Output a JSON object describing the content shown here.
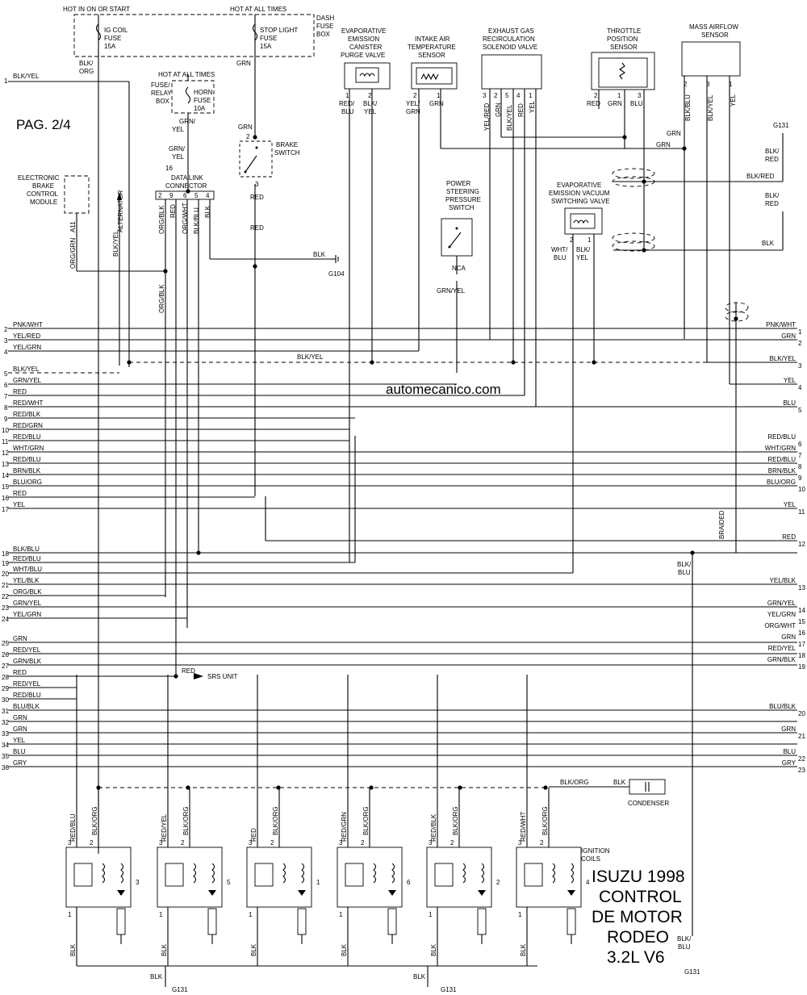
{
  "page_label": "PAG. 2/4",
  "watermark": "automecanico.com",
  "title": {
    "lines": [
      "ISUZU 1998",
      "CONTROL",
      "DE MOTOR",
      "RODEO",
      "3.2L V6"
    ]
  },
  "power": {
    "hot_in_on_or_start": "HOT IN ON OR START",
    "hot_at_all_times": "HOT AT ALL TIMES",
    "dash_fuse_box": [
      "DASH",
      "FUSE",
      "BOX"
    ],
    "ig_coil_fuse": [
      "IG COIL",
      "FUSE",
      "15A"
    ],
    "stop_light_fuse": [
      "STOP LIGHT",
      "FUSE",
      "15A"
    ],
    "hot_at_all_times_2": "HOT AT ALL TIMES",
    "fuse_relay_box": [
      "FUSE/",
      "RELAY",
      "BOX"
    ],
    "horn_fuse": [
      "HORN",
      "FUSE",
      "10A"
    ]
  },
  "components": {
    "ebcm": [
      "ELECTRONIC",
      "BRAKE",
      "CONTROL",
      "MODULE"
    ],
    "ebcm_pin": "A11",
    "alternator": "ALTERNATOR",
    "dlc": [
      "DATA LINK",
      "CONNECTOR"
    ],
    "dlc_pin16": "16",
    "dlc_pins": [
      "2",
      "9",
      "6",
      "5",
      "4"
    ],
    "dlc_wires": [
      "ORG/BLK",
      "RED",
      "ORG/WHT",
      "BLK/BLU",
      "BLK"
    ],
    "brake_switch": [
      "BRAKE",
      "SWITCH"
    ],
    "evap_purge": [
      "EVAPORATIVE",
      "EMISSION",
      "CANISTER",
      "PURGE VALVE"
    ],
    "iat": [
      "INTAKE AIR",
      "TEMPERATURE",
      "SENSOR"
    ],
    "egr": [
      "EXHAUST GAS",
      "RECIRCULATION",
      "SOLENOID VALVE"
    ],
    "tps": [
      "THROTTLE",
      "POSITION",
      "SENSOR"
    ],
    "maf": [
      "MASS AIRFLOW",
      "SENSOR"
    ],
    "ps_switch": [
      "POWER",
      "STEERING",
      "PRESSURE",
      "SWITCH"
    ],
    "evap_vacuum": [
      "EVAPORATIVE",
      "EMISSION VACUUM",
      "SWITCHING VALVE"
    ],
    "condenser": "CONDENSER",
    "ignition_coils": [
      "IGNITION",
      "COILS"
    ],
    "srs_unit": "SRS UNIT",
    "nca": "NCA",
    "braided": "BRAIDED",
    "g104": "G104",
    "g131": "G131"
  },
  "wire_labels": {
    "blk_org": [
      "BLK/",
      "ORG"
    ],
    "grn": "GRN",
    "grn_yel": [
      "GRN/",
      "YEL"
    ],
    "red": "RED",
    "blk_yel": "BLK/YEL",
    "org_grn": "ORG/GRN",
    "org_blk": "ORG/BLK",
    "blk": "BLK",
    "red_blu_2": [
      "RED/",
      "BLU"
    ],
    "blk_yel_2": [
      "BLK/",
      "YEL"
    ],
    "yel_grn": [
      "YEL/",
      "GRN"
    ],
    "egr_wires": [
      "YEL/RED",
      "GRN",
      "BLK/YEL",
      "RED",
      "YEL"
    ],
    "egr_pins": [
      "3",
      "2",
      "5",
      "4",
      "1"
    ],
    "tps_pins": [
      "2",
      "1",
      "3"
    ],
    "tps_wires": [
      "RED",
      "GRN",
      "BLU"
    ],
    "maf_pins": [
      "2",
      "3",
      "1"
    ],
    "maf_wires": [
      "BLK/BLU",
      "BLK/YEL",
      "YEL"
    ],
    "wht_blu": [
      "WHT/",
      "BLU"
    ],
    "grn_yel_ps": "GRN/YEL",
    "blk_red": [
      "BLK/",
      "RED"
    ],
    "blk_red_2": "BLK/RED",
    "blk_blu": [
      "BLK/",
      "BLU"
    ],
    "blk_org_cond": "BLK/ORG",
    "red_srs": "RED",
    "coil_wires": [
      [
        "RED/BLU",
        "BLK/ORG"
      ],
      [
        "RED/YEL",
        "BLK/ORG"
      ],
      [
        "RED",
        "BLK/ORG"
      ],
      [
        "RED/GRN",
        "BLK/ORG"
      ],
      [
        "RED/BLK",
        "BLK/ORG"
      ],
      [
        "RED/WHT",
        "BLK/ORG"
      ]
    ],
    "coil_numbers": [
      "3",
      "5",
      "1",
      "6",
      "2",
      "4"
    ]
  },
  "left_wires": [
    {
      "n": "1",
      "c": "BLK/YEL"
    },
    {
      "n": "2",
      "c": "PNK/WHT"
    },
    {
      "n": "3",
      "c": "YEL/RED"
    },
    {
      "n": "4",
      "c": "YEL/GRN"
    },
    {
      "n": "5",
      "c": "BLK/YEL"
    },
    {
      "n": "6",
      "c": "GRN/YEL"
    },
    {
      "n": "7",
      "c": "RED"
    },
    {
      "n": "8",
      "c": "RED/WHT"
    },
    {
      "n": "9",
      "c": "RED/BLK"
    },
    {
      "n": "10",
      "c": "RED/GRN"
    },
    {
      "n": "11",
      "c": "RED/BLU"
    },
    {
      "n": "12",
      "c": "WHT/GRN"
    },
    {
      "n": "13",
      "c": "RED/BLU"
    },
    {
      "n": "14",
      "c": "BRN/BLK"
    },
    {
      "n": "15",
      "c": "BLU/ORG"
    },
    {
      "n": "16",
      "c": "RED"
    },
    {
      "n": "17",
      "c": "YEL"
    },
    {
      "n": "18",
      "c": "BLK/BLU"
    },
    {
      "n": "19",
      "c": "RED/BLU"
    },
    {
      "n": "20",
      "c": "WHT/BLU"
    },
    {
      "n": "21",
      "c": "YEL/BLK"
    },
    {
      "n": "22",
      "c": "ORG/BLK"
    },
    {
      "n": "23",
      "c": "GRN/YEL"
    },
    {
      "n": "24",
      "c": "YEL/GRN"
    },
    {
      "n": "25",
      "c": "GRN"
    },
    {
      "n": "26",
      "c": "RED/YEL"
    },
    {
      "n": "27",
      "c": "GRN/BLK"
    },
    {
      "n": "28",
      "c": "RED"
    },
    {
      "n": "29",
      "c": "RED/YEL"
    },
    {
      "n": "30",
      "c": "RED/BLU"
    },
    {
      "n": "31",
      "c": "BLU/BLK"
    },
    {
      "n": "32",
      "c": "GRN"
    },
    {
      "n": "33",
      "c": "GRN"
    },
    {
      "n": "34",
      "c": "YEL"
    },
    {
      "n": "35",
      "c": "BLU"
    },
    {
      "n": "36",
      "c": "GRY"
    }
  ],
  "right_wires": [
    {
      "n": "1",
      "c": "PNK/WHT"
    },
    {
      "n": "2",
      "c": "GRN"
    },
    {
      "n": "3",
      "c": "BLK/YEL"
    },
    {
      "n": "4",
      "c": "YEL"
    },
    {
      "n": "5",
      "c": "BLU"
    },
    {
      "n": "6",
      "c": "RED/BLU"
    },
    {
      "n": "7",
      "c": "WHT/GRN"
    },
    {
      "n": "8",
      "c": "RED/BLU"
    },
    {
      "n": "9",
      "c": "BRN/BLK"
    },
    {
      "n": "10",
      "c": "BLU/ORG"
    },
    {
      "n": "11",
      "c": "YEL"
    },
    {
      "n": "12",
      "c": "RED"
    },
    {
      "n": "13",
      "c": "YEL/BLK"
    },
    {
      "n": "14",
      "c": "GRN/YEL"
    },
    {
      "n": "15",
      "c": "YEL/GRN"
    },
    {
      "n": "16",
      "c": "ORG/WHT"
    },
    {
      "n": "17",
      "c": "GRN"
    },
    {
      "n": "18",
      "c": "RED/YEL"
    },
    {
      "n": "19",
      "c": "GRN/BLK"
    },
    {
      "n": "20",
      "c": "BLU/BLK"
    },
    {
      "n": "21",
      "c": "GRN"
    },
    {
      "n": "22",
      "c": "BLU"
    },
    {
      "n": "23",
      "c": "GRY"
    }
  ]
}
